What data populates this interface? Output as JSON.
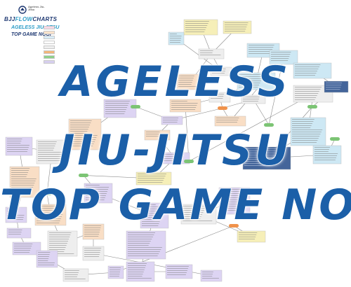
{
  "colors": {
    "title": "#1b5fa8",
    "brand_dark": "#203a73",
    "brand_light": "#2f9ec8",
    "edge": "#8a8a8a",
    "node_purple": "#ddd4f3",
    "node_orange": "#f9dec5",
    "node_yellow": "#f6efb8",
    "node_blue": "#cde8f4",
    "node_navy": "#44659a",
    "node_gray": "#eeeeee",
    "pill_green": "#7cc474",
    "pill_orange": "#f0924b"
  },
  "logo": {
    "small_text": "Ageless Jiu-Jitsu",
    "brand_prefix": "BJJ",
    "brand_flow": "FLOW",
    "brand_suffix": "CHARTS",
    "subtitle_line1": "AGELESS JIU-JITSU",
    "subtitle_line2": "TOP GAME NOGI"
  },
  "legend": [
    {
      "color": "#f8d9e6"
    },
    {
      "color": "#fbe3cc"
    },
    {
      "color": "#d9ecf7"
    },
    {
      "color": "#ffffff"
    },
    {
      "color": "#eeeeee"
    },
    {
      "color": "#f3b67a"
    },
    {
      "color": "#8fd08a"
    },
    {
      "color": "#d7cff0"
    }
  ],
  "title": {
    "line1": "AGELESS",
    "line2": "JIU-JITSU",
    "line3": "TOP GAME NOGI"
  },
  "flowchart": {
    "nodes": [
      {
        "id": "n1",
        "color": "#f6efb8"
      },
      {
        "id": "n2",
        "color": "#f6efb8"
      },
      {
        "id": "n3",
        "color": "#eeeeee"
      },
      {
        "id": "n4",
        "color": "#cde8f4"
      },
      {
        "id": "n5",
        "color": "#cde8f4"
      },
      {
        "id": "n6",
        "color": "#eeeeee"
      },
      {
        "id": "n7",
        "color": "#f9dec5"
      },
      {
        "id": "n8",
        "color": "#cde8f4"
      },
      {
        "id": "n9",
        "color": "#eeeeee"
      },
      {
        "id": "n10",
        "color": "#f9dec5"
      },
      {
        "id": "n11",
        "color": "#eeeeee"
      },
      {
        "id": "n12",
        "color": "#ddd4f3"
      },
      {
        "id": "n13",
        "color": "#f9dec5"
      },
      {
        "id": "n14",
        "color": "#cde8f4"
      },
      {
        "id": "n15",
        "color": "#cde8f4"
      },
      {
        "id": "n16",
        "color": "#eeeeee"
      },
      {
        "id": "n17",
        "color": "#ddd4f3"
      },
      {
        "id": "n18",
        "color": "#f9dec5"
      },
      {
        "id": "n19",
        "color": "#44659a"
      },
      {
        "id": "n20",
        "color": "#f9dec5"
      },
      {
        "id": "n21",
        "color": "#cde8f4"
      },
      {
        "id": "n22",
        "color": "#44659a"
      },
      {
        "id": "n23",
        "color": "#cde8f4"
      },
      {
        "id": "n24",
        "color": "#eeeeee"
      },
      {
        "id": "n25",
        "color": "#ddd4f3"
      },
      {
        "id": "n26",
        "color": "#f6efb8"
      },
      {
        "id": "n27",
        "color": "#ddd4f3"
      },
      {
        "id": "n28",
        "color": "#f9dec5"
      },
      {
        "id": "n29",
        "color": "#ddd4f3"
      },
      {
        "id": "n30",
        "color": "#f9dec5"
      },
      {
        "id": "n31",
        "color": "#ddd4f3"
      },
      {
        "id": "n32",
        "color": "#ddd4f3"
      },
      {
        "id": "n33",
        "color": "#ddd4f3"
      },
      {
        "id": "n34",
        "color": "#eeeeee"
      },
      {
        "id": "n35",
        "color": "#ddd4f3"
      },
      {
        "id": "n36",
        "color": "#ddd4f3"
      },
      {
        "id": "n37",
        "color": "#ddd4f3"
      },
      {
        "id": "n38",
        "color": "#f9dec5"
      },
      {
        "id": "n39",
        "color": "#eeeeee"
      },
      {
        "id": "n40",
        "color": "#ddd4f3"
      },
      {
        "id": "n41",
        "color": "#ddd4f3"
      },
      {
        "id": "n42",
        "color": "#eeeeee"
      },
      {
        "id": "n43",
        "color": "#f6efb8"
      },
      {
        "id": "n44",
        "color": "#eeeeee"
      },
      {
        "id": "n45",
        "color": "#ddd4f3"
      },
      {
        "id": "n46",
        "color": "#ddd4f3"
      },
      {
        "id": "n47",
        "color": "#ddd4f3"
      }
    ],
    "pills": [
      {
        "id": "p1",
        "color": "#7cc474"
      },
      {
        "id": "p2",
        "color": "#f0924b"
      },
      {
        "id": "p3",
        "color": "#7cc474"
      },
      {
        "id": "p4",
        "color": "#7cc474"
      },
      {
        "id": "p5",
        "color": "#7cc474"
      },
      {
        "id": "p6",
        "color": "#7cc474"
      },
      {
        "id": "p7",
        "color": "#f0924b"
      },
      {
        "id": "p8",
        "color": "#7cc474"
      },
      {
        "id": "p9",
        "color": "#7cc474"
      }
    ],
    "edges": [
      [
        "n1",
        "n3"
      ],
      [
        "n2",
        "n3"
      ],
      [
        "n3",
        "n7"
      ],
      [
        "n3",
        "n6"
      ],
      [
        "n4",
        "n6"
      ],
      [
        "n5",
        "n8"
      ],
      [
        "n6",
        "n8"
      ],
      [
        "n7",
        "n9"
      ],
      [
        "n8",
        "n9"
      ],
      [
        "n9",
        "n10"
      ],
      [
        "n9",
        "p2"
      ],
      [
        "p2",
        "n12"
      ],
      [
        "p2",
        "n13"
      ],
      [
        "p2",
        "n11"
      ],
      [
        "n13",
        "n14"
      ],
      [
        "n14",
        "n15"
      ],
      [
        "n15",
        "n19"
      ],
      [
        "n12",
        "p1"
      ],
      [
        "p1",
        "n17"
      ],
      [
        "n17",
        "n20"
      ],
      [
        "n12",
        "n18"
      ],
      [
        "n18",
        "n25"
      ],
      [
        "n25",
        "n26"
      ],
      [
        "n20",
        "n24"
      ],
      [
        "n24",
        "n27"
      ],
      [
        "n27",
        "n28"
      ],
      [
        "n28",
        "n31"
      ],
      [
        "n31",
        "n33"
      ],
      [
        "n33",
        "n36"
      ],
      [
        "n36",
        "n40"
      ],
      [
        "n40",
        "n44"
      ],
      [
        "n44",
        "n46"
      ],
      [
        "n29",
        "n32"
      ],
      [
        "n32",
        "n37"
      ],
      [
        "n37",
        "n41"
      ],
      [
        "n41",
        "n45"
      ],
      [
        "n30",
        "n34"
      ],
      [
        "n34",
        "n38"
      ],
      [
        "n38",
        "n42"
      ],
      [
        "n42",
        "n47"
      ],
      [
        "n16",
        "n21"
      ],
      [
        "n21",
        "n22"
      ],
      [
        "n22",
        "n23"
      ],
      [
        "n23",
        "p4"
      ],
      [
        "n35",
        "n39"
      ],
      [
        "n39",
        "n43"
      ],
      [
        "n43",
        "p7"
      ],
      [
        "p7",
        "n46"
      ],
      [
        "n19",
        "p3"
      ],
      [
        "p3",
        "n22"
      ],
      [
        "n10",
        "p5"
      ],
      [
        "p5",
        "n16"
      ],
      [
        "n11",
        "p6"
      ],
      [
        "p6",
        "n14"
      ],
      [
        "n26",
        "p8"
      ],
      [
        "p8",
        "n29"
      ],
      [
        "n24",
        "p9"
      ],
      [
        "p9",
        "n30"
      ]
    ]
  }
}
